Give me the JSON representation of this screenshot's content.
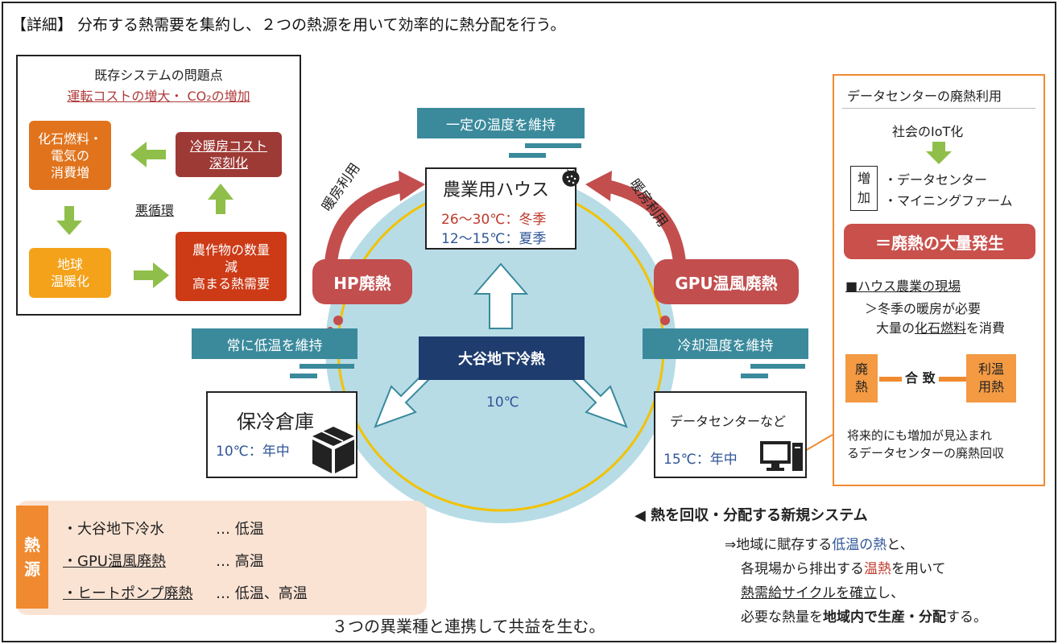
{
  "title": "【詳細】 分布する熱需要を集約し、２つの熱源を用いて効率的に熱分配を行う。",
  "problem": {
    "title": "既存システムの問題点",
    "subtitle": "運転コストの増大・ CO₂の増加",
    "box1": "化石燃料・\n電気の\n消費増",
    "box2": "冷暖房コスト\n深刻化",
    "box3": "地球\n温暖化",
    "box4": "農作物の数量\n減\n高まる熱需要",
    "cycle": "悪循環"
  },
  "top_label": "一定の温度を維持",
  "house": {
    "name": "農業用ハウス",
    "winter": "26～30℃：冬季",
    "summer": "12～15℃：夏季"
  },
  "heating_left": "暖房利用",
  "heating_right": "暖房利用",
  "hp_waste": "HP廃熱",
  "gpu_waste": "GPU温風廃熱",
  "left_label": "常に低温を維持",
  "right_label": "冷却温度を維持",
  "center": {
    "name": "大谷地下冷熱",
    "temp": "10℃"
  },
  "warehouse": {
    "name": "保冷倉庫",
    "temp": "10℃：年中"
  },
  "datacenter": {
    "name": "データセンターなど",
    "temp": "15℃：年中"
  },
  "right_panel": {
    "title": "データセンターの廃熱利用",
    "iot": "社会のIoT化",
    "increase": "増\n加",
    "dc": "・データセンター",
    "mining": "・マイニングファーム",
    "mass": "＝廃熱の大量発生",
    "scene_title": "■ハウス農業の現場",
    "scene_1": "＞冬季の暖房が必要",
    "scene_2a": "大量の",
    "scene_2b": "化石燃料",
    "scene_2c": "を消費",
    "waste_heat": "廃\n熱",
    "match": "合 致",
    "use_heat": "利温\n用熱",
    "future": "将来的にも増加が見込まれ\nるデータセンターの廃熱回収"
  },
  "sources": {
    "tag": "熱\n源",
    "items": [
      {
        "name": "・大谷地下冷水",
        "level": "…  低温",
        "underline": false
      },
      {
        "name": "・GPU温風廃熱",
        "level": "…  高温",
        "underline": true
      },
      {
        "name": "・ヒートポンプ廃熱",
        "level": "…  低温、高温",
        "underline": true
      }
    ]
  },
  "new_system": {
    "title": "◀ 熱を回収・分配する新規システム",
    "l1a": "⇒地域に賦存する",
    "l1b": "低温の熱",
    "l1c": "と、",
    "l2a": "各現場から排出する",
    "l2b": "温熱",
    "l2c": "を用いて",
    "l3a": "熱需給サイクルを確立",
    "l3b": "し、",
    "l4a": "必要な熱量を",
    "l4b": "地域内で生産・分配",
    "l4c": "する。"
  },
  "bottom_caption": "３つの異業種と連携して共益を生む。",
  "colors": {
    "teal": "#3a8a9c",
    "navy": "#1f3c6e",
    "red": "#c24e4e",
    "orange": "#f08a30",
    "circle": "#b7dce6",
    "ring": "#f2c200"
  }
}
